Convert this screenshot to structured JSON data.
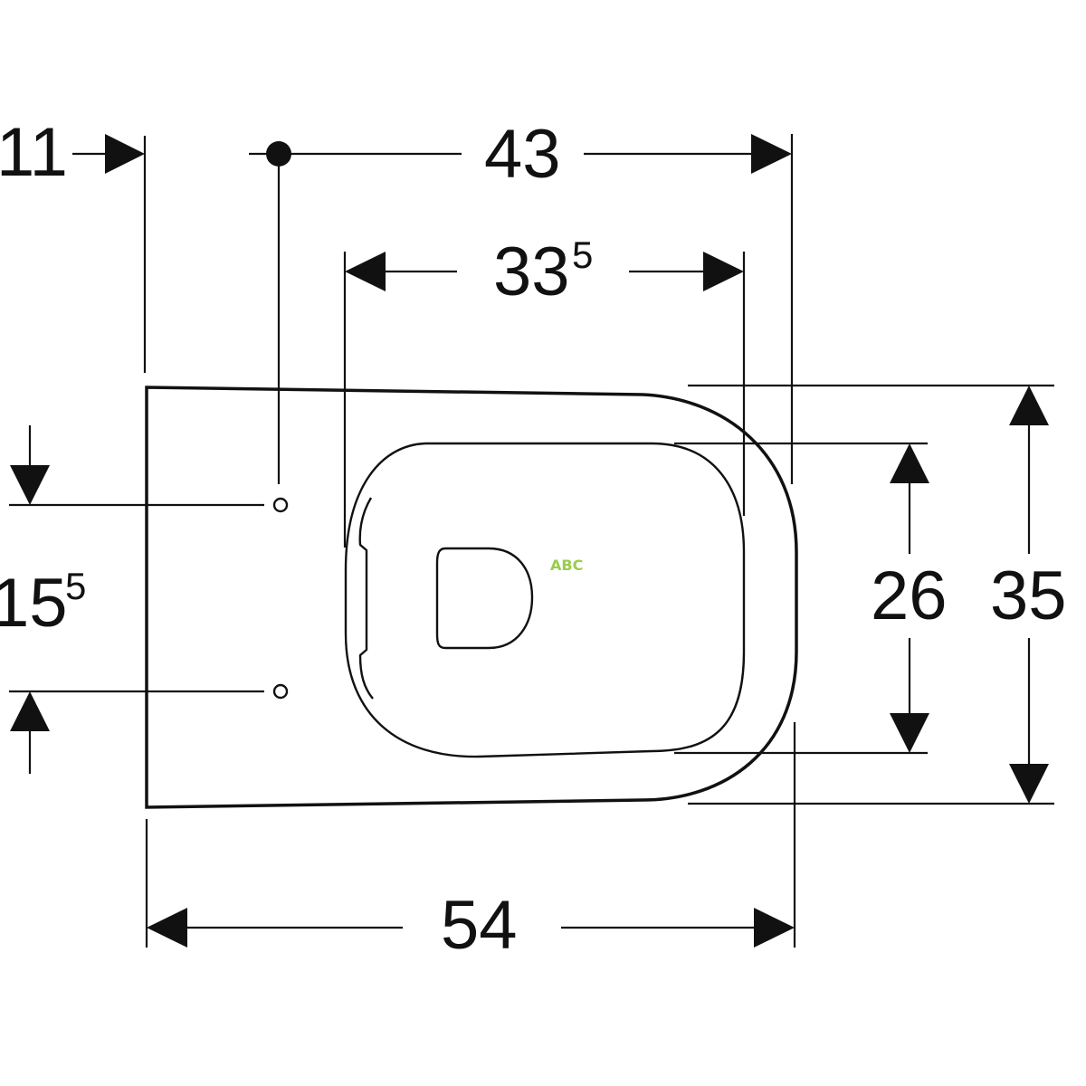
{
  "dimensions": {
    "offset_left": {
      "value": "11"
    },
    "fixing_to_front": {
      "value": "43"
    },
    "seat_length": {
      "value": "33",
      "sup": "5"
    },
    "fixing_spacing": {
      "value": "15",
      "sup": "5"
    },
    "seat_width": {
      "value": "26"
    },
    "total_width": {
      "value": "35"
    },
    "total_length": {
      "value": "54"
    }
  },
  "watermark": {
    "text": "ABC",
    "color": "#9acd4c"
  },
  "colors": {
    "line": "#111111",
    "background": "#ffffff"
  }
}
